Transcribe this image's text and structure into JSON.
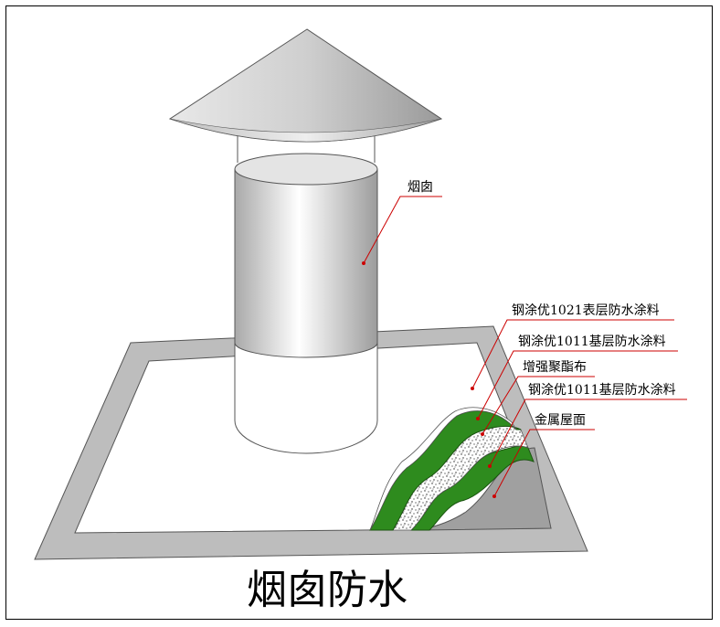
{
  "title": "烟囱防水",
  "labels": {
    "chimney": "烟囱",
    "top_coat": "钢涂优1021表层防水涂料",
    "base_coat_upper": "钢涂优1011基层防水涂料",
    "reinforcement": "增强聚酯布",
    "base_coat_lower": "钢涂优1011基层防水涂料",
    "metal_roof": "金属屋面"
  },
  "colors": {
    "leader": "#cc0000",
    "coating_green": "#2e8b1e",
    "roof_gray": "#bdbdbd",
    "metal_gray": "#a0a0a0"
  }
}
